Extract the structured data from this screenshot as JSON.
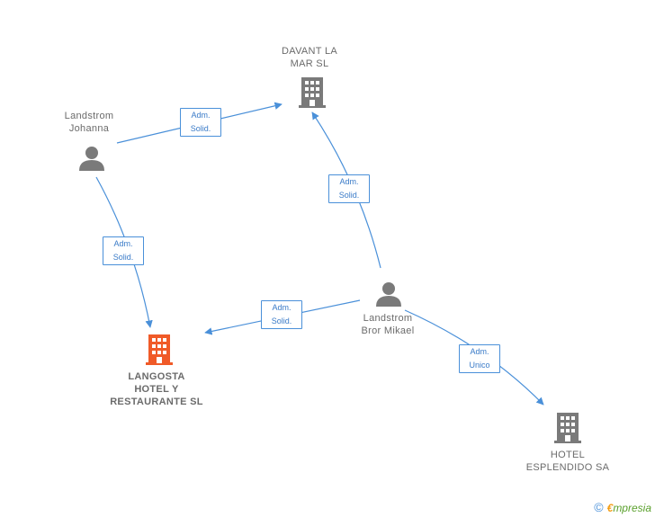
{
  "nodes": {
    "davant": {
      "label": "DAVANT LA\nMAR SL",
      "type": "company"
    },
    "johanna": {
      "label": "Landstrom\nJohanna",
      "type": "person"
    },
    "langosta": {
      "label": "LANGOSTA\nHOTEL Y\nRESTAURANTE SL",
      "type": "company-main"
    },
    "bror": {
      "label": "Landstrom\nBror Mikael",
      "type": "person"
    },
    "esplendido": {
      "label": "HOTEL\nESPLENDIDO SA",
      "type": "company"
    }
  },
  "edges": [
    {
      "from": "johanna",
      "to": "davant",
      "label": "Adm.\nSolid."
    },
    {
      "from": "johanna",
      "to": "langosta",
      "label": "Adm.\nSolid."
    },
    {
      "from": "bror",
      "to": "davant",
      "label": "Adm.\nSolid."
    },
    {
      "from": "bror",
      "to": "langosta",
      "label": "Adm.\nSolid."
    },
    {
      "from": "bror",
      "to": "esplendido",
      "label": "Adm.\nUnico"
    }
  ],
  "brand": {
    "copyright": "©",
    "e": "€",
    "rest": "mpresia"
  },
  "colors": {
    "edge": "#4a90d9",
    "icon": "#7a7a7a",
    "main_icon": "#f05a28"
  }
}
